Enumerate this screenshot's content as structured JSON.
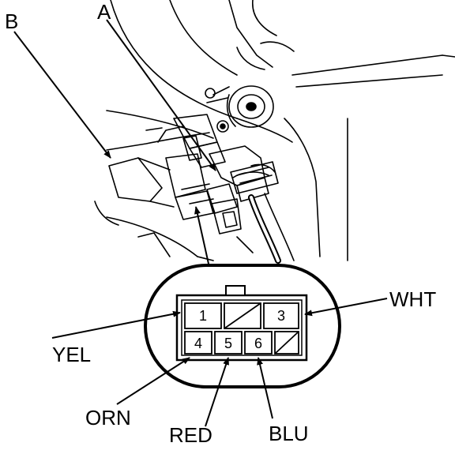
{
  "callouts": {
    "a": "A",
    "b": "B"
  },
  "connector": {
    "pins": {
      "p1": "1",
      "p3": "3",
      "p4": "4",
      "p5": "5",
      "p6": "6"
    },
    "wires": {
      "yel": "YEL",
      "wht": "WHT",
      "orn": "ORN",
      "red": "RED",
      "blu": "BLU"
    }
  }
}
